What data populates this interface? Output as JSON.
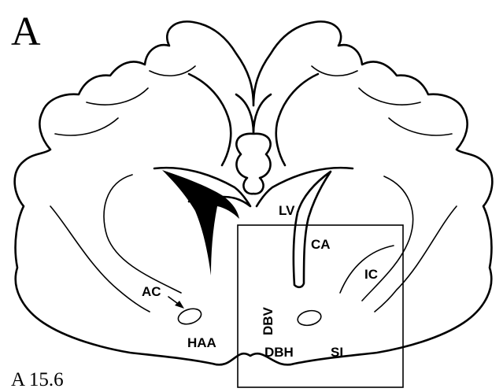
{
  "figure": {
    "panel_letter": "A",
    "section_level": "A 15.6",
    "labels": {
      "lv": "LV",
      "ca": "CA",
      "ic": "IC",
      "ac": "AC",
      "dbv": "DBV",
      "haa": "HAA",
      "dbh": "DBH",
      "si": "SI"
    },
    "stroke_color": "#000000",
    "background_color": "#ffffff"
  }
}
